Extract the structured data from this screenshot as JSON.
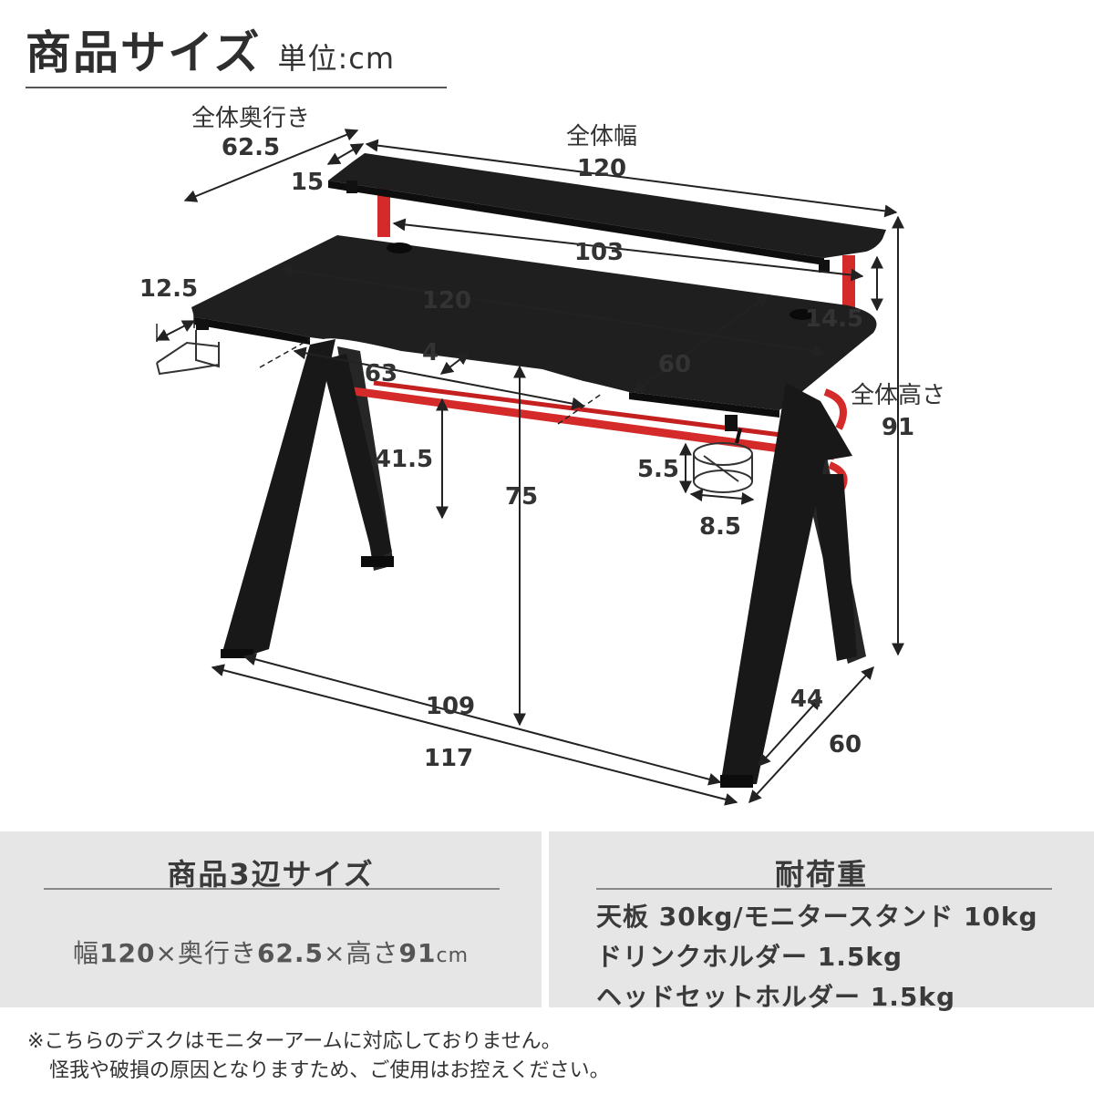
{
  "header": {
    "title": "商品サイズ",
    "unit": "単位:cm"
  },
  "dimensions": {
    "overall_depth_label": "全体奥行き",
    "overall_depth": "62.5",
    "overall_width_label": "全体幅",
    "overall_width": "120",
    "overall_height_label": "全体高さ",
    "overall_height": "91",
    "shelf_depth": "15",
    "shelf_inner_width": "103",
    "top_width": "120",
    "shelf_height": "14.5",
    "hook_size": "12.5",
    "top_depth": "60",
    "top_thickness": "4",
    "leg_clearance_width": "63",
    "knee_height": "41.5",
    "desk_height": "75",
    "cup_height": "5.5",
    "cup_diameter": "8.5",
    "base_inner_width": "109",
    "base_outer_width": "117",
    "base_inner_depth": "44",
    "base_outer_depth": "60"
  },
  "size_panel": {
    "heading": "商品3辺サイズ",
    "w_label": "幅",
    "w_value": "120",
    "times1": "×",
    "d_label": "奥行き",
    "d_value": "62.5",
    "times2": "×",
    "h_label": "高さ",
    "h_value": "91",
    "unit": "cm"
  },
  "load_panel": {
    "heading": "耐荷重",
    "lines": [
      "天板 30kg/モニタースタンド 10kg",
      "ドリンクホルダー 1.5kg",
      "ヘッドセットホルダー 1.5kg"
    ]
  },
  "notes": [
    "※こちらのデスクはモニターアームに対応しておりません。",
    "怪我や破損の原因となりますため、ご使用はお控えください。"
  ],
  "colors": {
    "desk_black": "#1b1b1b",
    "frame_red": "#d42a2a",
    "panel_bg": "#e6e6e6"
  }
}
